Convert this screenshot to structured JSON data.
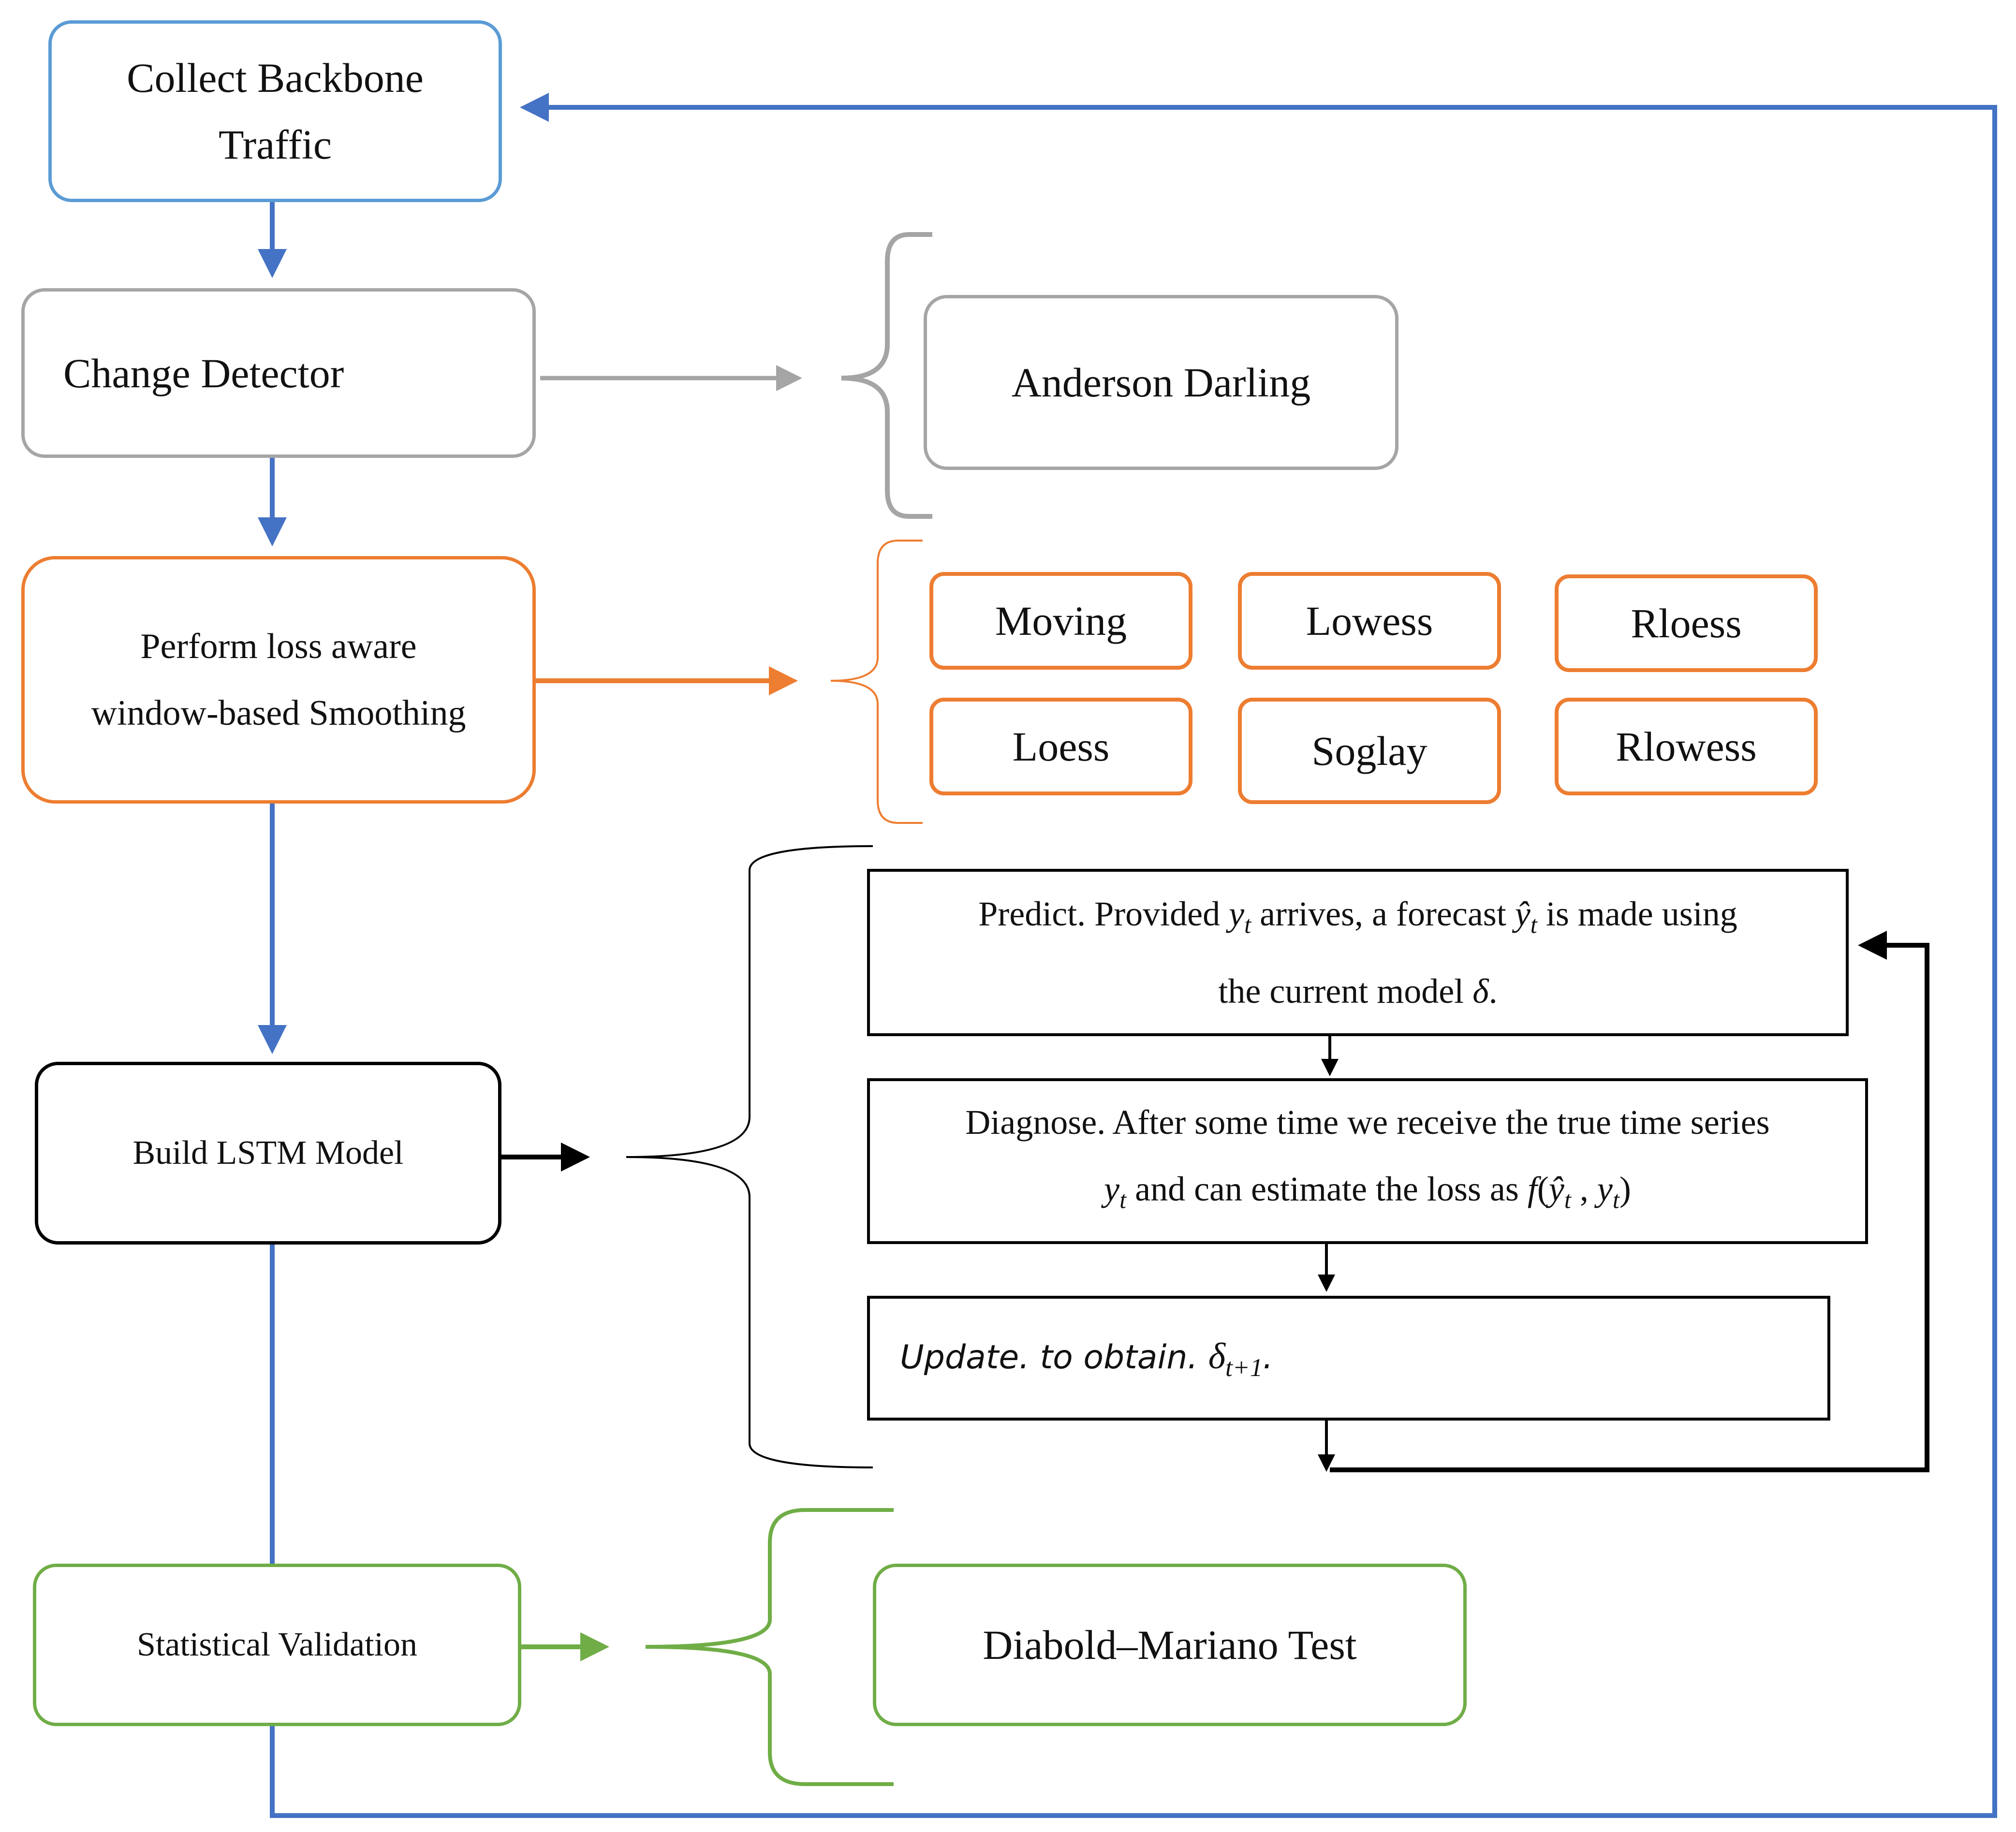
{
  "colors": {
    "blue": "#4472C4",
    "gray": "#A5A5A5",
    "orange": "#ED7D31",
    "green": "#70AD47",
    "black": "#000000",
    "collect_border": "#5B9BD5"
  },
  "collect": {
    "line1": "Collect Backbone",
    "line2": "Traffic"
  },
  "change": {
    "label": "Change Detector"
  },
  "anderson": {
    "label": "Anderson Darling"
  },
  "smoothing": {
    "line1": "Perform loss aware",
    "line2": "window-based Smoothing"
  },
  "methods": [
    "Moving",
    "Lowess",
    "Rloess",
    "Loess",
    "Soglay",
    "Rlowess"
  ],
  "lstm": {
    "label": "Build LSTM Model"
  },
  "predict": {
    "p1": "Predict. Provided ",
    "v1": "y",
    "s1": "t",
    "p2": " arrives, a forecast ",
    "v2": "ŷ",
    "s2": "t",
    "p3": " is made using",
    "p4": "the current model ",
    "v3": "δ",
    "p5": "."
  },
  "diagnose": {
    "line1": "Diagnose. After some time we receive the true time series",
    "v1": "y",
    "s1": "t",
    "p2": " and can estimate the loss as ",
    "f": "f",
    "p3": "(",
    "v2": "ŷ",
    "s2": "t",
    "p4": " , ",
    "v3": "y",
    "s3": "t",
    "p5": ")"
  },
  "update": {
    "p1": "Update. to obtain. ",
    "v1": "δ",
    "s1": "t+1",
    "p2": "."
  },
  "validation": {
    "label": "Statistical Validation"
  },
  "dm": {
    "label": "Diabold–Mariano Test"
  }
}
